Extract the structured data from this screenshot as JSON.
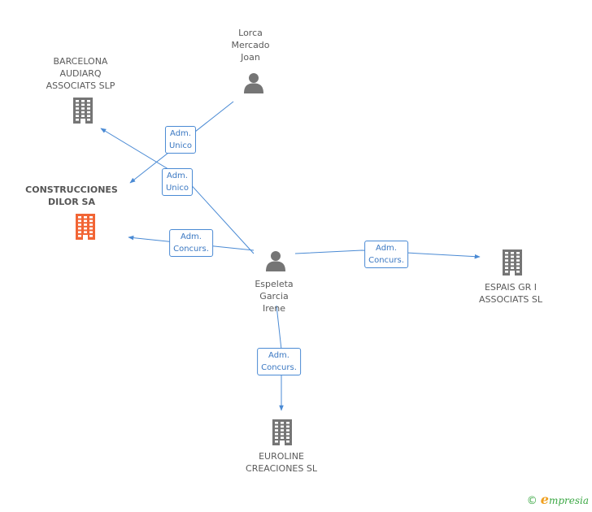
{
  "nodes": {
    "lorca": {
      "lines": [
        "Lorca",
        "Mercado",
        "Joan"
      ],
      "kind": "person"
    },
    "barcelona": {
      "lines": [
        "BARCELONA",
        "AUDIARQ",
        "ASSOCIATS SLP"
      ],
      "kind": "company"
    },
    "construcciones": {
      "lines": [
        "CONSTRUCCIONES",
        "DILOR SA"
      ],
      "kind": "company",
      "highlight": true
    },
    "espeleta": {
      "lines": [
        "Espeleta",
        "Garcia",
        "Irene"
      ],
      "kind": "person"
    },
    "espais": {
      "lines": [
        "ESPAIS GR I",
        "ASSOCIATS SL"
      ],
      "kind": "company"
    },
    "euroline": {
      "lines": [
        "EUROLINE",
        "CREACIONES SL"
      ],
      "kind": "company"
    }
  },
  "edges": [
    {
      "from": "lorca",
      "to": "construcciones",
      "label": [
        "Adm.",
        "Unico"
      ]
    },
    {
      "from": "espeleta",
      "to": "barcelona",
      "label": [
        "Adm.",
        "Unico"
      ]
    },
    {
      "from": "espeleta",
      "to": "construcciones",
      "label": [
        "Adm.",
        "Concurs."
      ]
    },
    {
      "from": "espeleta",
      "to": "espais",
      "label": [
        "Adm.",
        "Concurs."
      ]
    },
    {
      "from": "espeleta",
      "to": "euroline",
      "label": [
        "Adm.",
        "Concurs."
      ]
    }
  ],
  "colors": {
    "edge": "#4a8ad4",
    "icon": "#757575",
    "highlight_icon": "#f26535"
  },
  "footer": {
    "copyright_symbol": "©",
    "brand_initial": "e",
    "brand_rest": "mpresia"
  }
}
